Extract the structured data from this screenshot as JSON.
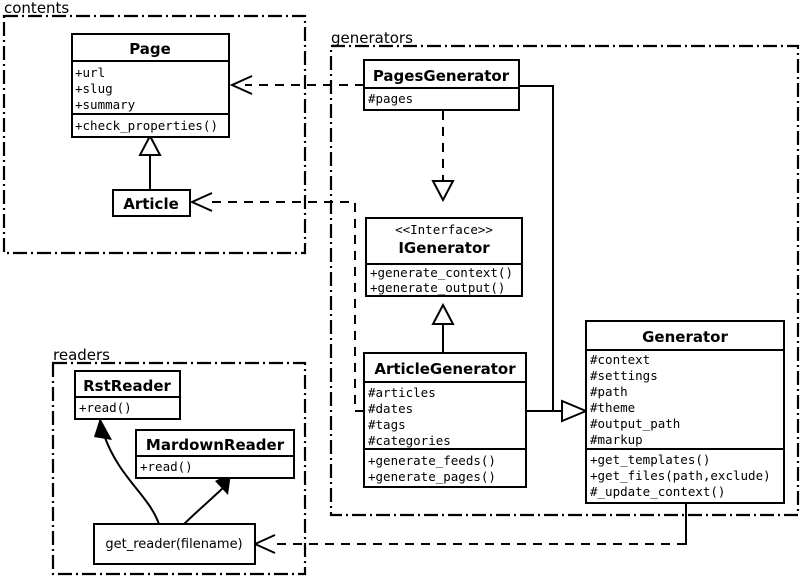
{
  "diagram": {
    "title": "Pelican architecture UML class diagram",
    "background": "#ffffff",
    "stroke": "#000000"
  },
  "packages": [
    {
      "id": "contents",
      "label": "contents"
    },
    {
      "id": "generators",
      "label": "generators"
    },
    {
      "id": "readers",
      "label": "readers"
    }
  ],
  "classes": {
    "page": {
      "name": "Page",
      "attributes": [
        "+url",
        "+slug",
        "+summary"
      ],
      "methods": [
        "+check_properties()"
      ]
    },
    "article": {
      "name": "Article",
      "attributes": [],
      "methods": []
    },
    "pages_generator": {
      "name": "PagesGenerator",
      "attributes": [
        "#pages"
      ],
      "methods": []
    },
    "igenerator": {
      "stereotype": "<<Interface>>",
      "name": "IGenerator",
      "attributes": [],
      "methods": [
        "+generate_context()",
        "+generate_output()"
      ]
    },
    "article_generator": {
      "name": "ArticleGenerator",
      "attributes": [
        "#articles",
        "#dates",
        "#tags",
        "#categories"
      ],
      "methods": [
        "+generate_feeds()",
        "+generate_pages()"
      ]
    },
    "generator": {
      "name": "Generator",
      "attributes": [
        "#context",
        "#settings",
        "#path",
        "#theme",
        "#output_path",
        "#markup"
      ],
      "methods": [
        "+get_templates()",
        "+get_files(path,exclude)",
        "#_update_context()"
      ]
    },
    "rst_reader": {
      "name": "RstReader",
      "attributes": [],
      "methods": [
        "+read()"
      ]
    },
    "markdown_reader": {
      "name": "MardownReader",
      "attributes": [],
      "methods": [
        "+read()"
      ]
    },
    "get_reader": {
      "name": "get_reader(filename)"
    }
  },
  "relations": [
    {
      "id": "article-inherits-page",
      "type": "generalization",
      "from": "Article",
      "to": "Page",
      "style": "solid"
    },
    {
      "id": "pagesgenerator-realizes-igenerator",
      "type": "realization",
      "from": "PagesGenerator",
      "to": "IGenerator",
      "style": "dashed"
    },
    {
      "id": "articlegenerator-realizes-igenerator",
      "type": "realization",
      "from": "ArticleGenerator",
      "to": "IGenerator",
      "style": "solid"
    },
    {
      "id": "pagesgenerator-inherits-generator",
      "type": "generalization",
      "from": "PagesGenerator",
      "to": "Generator",
      "style": "solid"
    },
    {
      "id": "articlegenerator-inherits-generator",
      "type": "generalization",
      "from": "ArticleGenerator",
      "to": "Generator",
      "style": "solid"
    },
    {
      "id": "pagesgenerator-uses-page",
      "type": "dependency",
      "from": "PagesGenerator",
      "to": "Page",
      "style": "dashed"
    },
    {
      "id": "articlegenerator-uses-article",
      "type": "dependency",
      "from": "ArticleGenerator",
      "to": "Article",
      "style": "dashed"
    },
    {
      "id": "generator-uses-get_reader",
      "type": "dependency",
      "from": "Generator",
      "to": "get_reader",
      "style": "dashed"
    },
    {
      "id": "get_reader-returns-rstreader",
      "type": "flow",
      "from": "get_reader",
      "to": "RstReader",
      "style": "curved"
    },
    {
      "id": "get_reader-returns-mardownreader",
      "type": "flow",
      "from": "get_reader",
      "to": "MardownReader",
      "style": "curved"
    }
  ]
}
